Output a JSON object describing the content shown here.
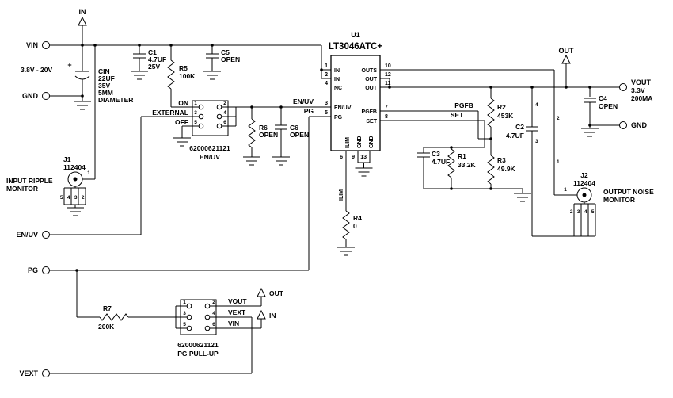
{
  "diagram": {
    "power_in": {
      "arrow": "IN",
      "vin": "VIN",
      "range": "3.8V - 20V",
      "gnd": "GND"
    },
    "cin": {
      "plus": "+",
      "lines": [
        "CIN",
        "22UF",
        "35V",
        "5MM",
        "DIAMETER"
      ]
    },
    "c1": {
      "ref": "C1",
      "v1": "4.7UF",
      "v2": "25V"
    },
    "c5": {
      "ref": "C5",
      "v1": "OPEN"
    },
    "r5": {
      "ref": "R5",
      "v1": "100K"
    },
    "jp1": {
      "opt1": "ON",
      "opt2": "EXTERNAL",
      "opt3": "OFF",
      "pins": [
        "1",
        "2",
        "3",
        "4",
        "5",
        "6"
      ],
      "part": "62000621121",
      "name": "EN/UV"
    },
    "r6": {
      "ref": "R6",
      "v1": "OPEN"
    },
    "c6": {
      "ref": "C6",
      "v1": "OPEN"
    },
    "u1": {
      "ref": "U1",
      "part": "LT3046ATC+",
      "lnum": [
        "1",
        "2",
        "4",
        "3",
        "5"
      ],
      "lname": [
        "IN",
        "IN",
        "NC",
        "EN/UV",
        "PG"
      ],
      "rnum": [
        "10",
        "12",
        "11",
        "7",
        "8"
      ],
      "rname": [
        "OUTS",
        "OUT",
        "OUT",
        "PGFB",
        "SET"
      ],
      "bnum": [
        "6",
        "9",
        "13"
      ],
      "bname": [
        "ILIM",
        "GND",
        "GND"
      ]
    },
    "nets": {
      "enuv": "EN/UV",
      "pg": "PG",
      "pgfb": "PGFB",
      "set": "SET",
      "ilim": "ILIM"
    },
    "r4": {
      "ref": "R4",
      "v1": "0"
    },
    "j1": {
      "ref": "J1",
      "part": "112404",
      "pin1": "1",
      "shield": [
        "5",
        "4",
        "3",
        "2"
      ],
      "cap1": "INPUT RIPPLE",
      "cap2": "MONITOR"
    },
    "terminals": {
      "enuv": "EN/UV",
      "pg": "PG",
      "vext": "VEXT"
    },
    "r7": {
      "ref": "R7",
      "v1": "200K"
    },
    "jp2": {
      "lnum": [
        "1",
        "3",
        "5"
      ],
      "rnum": [
        "2",
        "4",
        "6"
      ],
      "net1": "VOUT",
      "net2": "VEXT",
      "net3": "VIN",
      "arrow1": "OUT",
      "arrow2": "IN",
      "part": "62000621121",
      "name": "PG PULL-UP"
    },
    "r2": {
      "ref": "R2",
      "v1": "453K"
    },
    "r3": {
      "ref": "R3",
      "v1": "49.9K"
    },
    "r1": {
      "ref": "R1",
      "v1": "33.2K"
    },
    "c2": {
      "ref": "C2",
      "v1": "4.7UF",
      "pins": [
        "4",
        "2",
        "3",
        "1"
      ]
    },
    "c3": {
      "ref": "C3",
      "v1": "4.7UF"
    },
    "c4": {
      "ref": "C4",
      "v1": "OPEN"
    },
    "out": {
      "arrow": "OUT",
      "vout": "VOUT",
      "spec1": "3.3V",
      "spec2": "200MA",
      "gnd": "GND"
    },
    "j2": {
      "ref": "J2",
      "part": "112404",
      "pin1": "1",
      "shield": [
        "2",
        "3",
        "4",
        "5"
      ],
      "cap1": "OUTPUT NOISE",
      "cap2": "MONITOR"
    }
  }
}
